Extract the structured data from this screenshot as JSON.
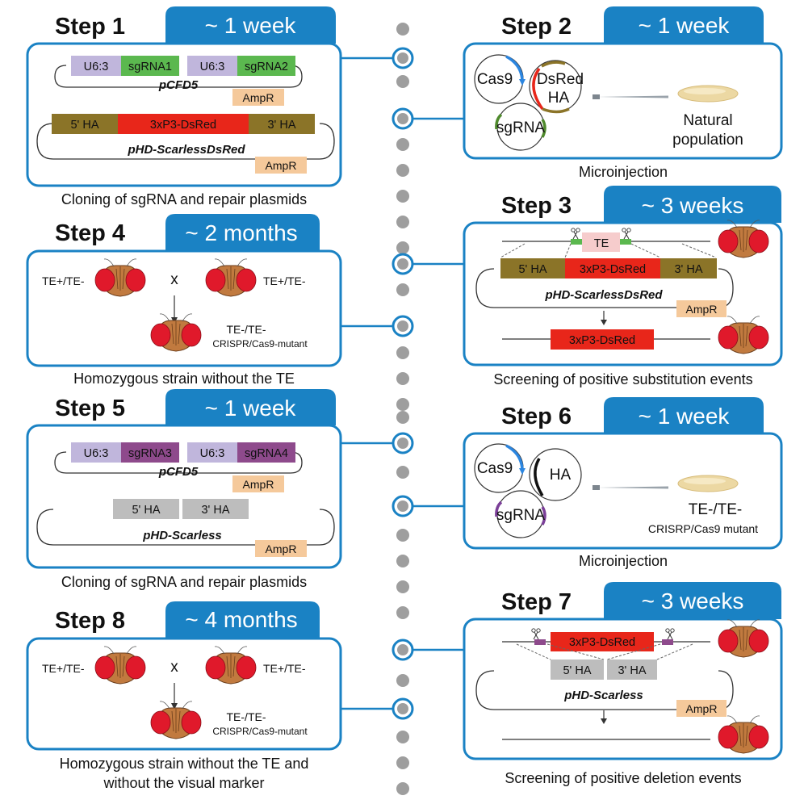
{
  "colors": {
    "blue": "#1a82c4",
    "lavender": "#c0b6dc",
    "green": "#5bb84f",
    "red": "#e8261a",
    "olive": "#8b7428",
    "peach": "#f5c99b",
    "purple": "#8e4a8c",
    "gray": "#bdbdbd",
    "pink": "#f6cccc"
  },
  "steps": [
    {
      "title": "Step 1",
      "duration": "~ 1 week",
      "caption": "Cloning of sgRNA and repair plasmids"
    },
    {
      "title": "Step 2",
      "duration": "~ 1 week",
      "caption": "Microinjection"
    },
    {
      "title": "Step 3",
      "duration": "~ 3 weeks",
      "caption": "Screening of positive substitution events"
    },
    {
      "title": "Step 4",
      "duration": "~ 2 months",
      "caption": "Homozygous strain without the TE"
    },
    {
      "title": "Step 5",
      "duration": "~ 1 week",
      "caption": "Cloning of sgRNA and repair plasmids"
    },
    {
      "title": "Step 6",
      "duration": "~ 1 week",
      "caption": "Microinjection"
    },
    {
      "title": "Step 7",
      "duration": "~ 3 weeks",
      "caption": "Screening of positive deletion events"
    },
    {
      "title": "Step 8",
      "duration": "~ 4 months",
      "caption_line1": "Homozygous strain without the TE and",
      "caption_line2": "without the visual marker"
    }
  ],
  "labels": {
    "u63": "U6:3",
    "sgrna1": "sgRNA1",
    "sgrna2": "sgRNA2",
    "sgrna3": "sgRNA3",
    "sgrna4": "sgRNA4",
    "pcfd5": "pCFD5",
    "ampr": "AmpR",
    "ha5": "5' HA",
    "ha3": "3' HA",
    "dsred": "3xP3-DsRed",
    "phd_dsred": "pHD-ScarlessDsRed",
    "phd_scarless": "pHD-Scarless",
    "cas9": "Cas9",
    "dsred_short": "DsRed",
    "ha": "HA",
    "sgrna": "sgRNA",
    "te": "TE",
    "natural_pop_1": "Natural",
    "natural_pop_2": "population",
    "te_het": "TE+/TE-",
    "cross": "x",
    "te_hom": "TE-/TE-",
    "mutant": "CRISPR/Cas9-mutant",
    "mutant_step6": "CRISRP/Cas9 mutant"
  }
}
